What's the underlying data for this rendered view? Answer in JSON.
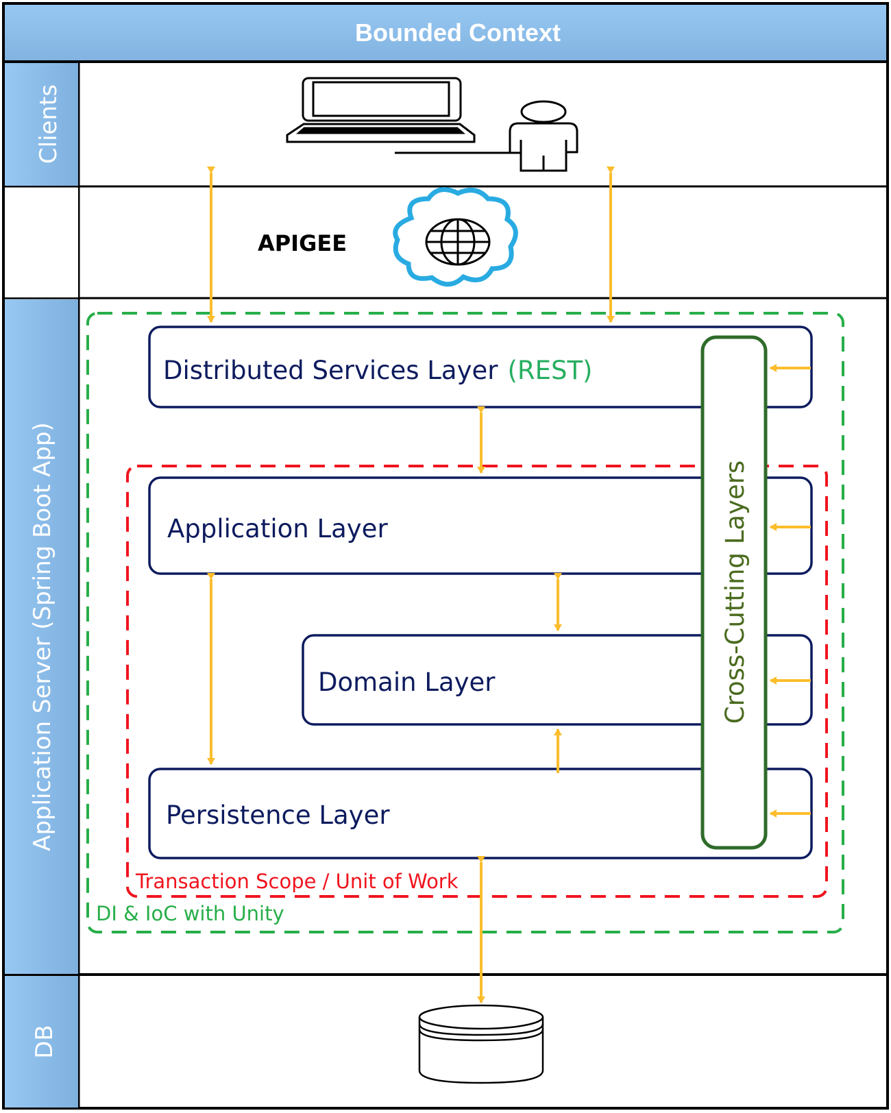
{
  "header": {
    "title": "Bounded Context"
  },
  "lanes": {
    "clients": "Clients",
    "gateway": "",
    "app_server": "Application Server (Spring Boot App)",
    "db": "DB"
  },
  "gateway": {
    "label": "APIGEE",
    "icon": "cloud-globe-icon"
  },
  "clients": {
    "icons": [
      "laptop-icon",
      "user-icon"
    ]
  },
  "layers": {
    "distributed": {
      "label": "Distributed Services Layer",
      "suffix": "(REST)"
    },
    "application": {
      "label": "Application Layer"
    },
    "domain": {
      "label": "Domain Layer"
    },
    "persistence": {
      "label": "Persistence Layer"
    },
    "cross_cutting": {
      "label": "Cross-Cutting Layers"
    }
  },
  "scopes": {
    "transaction": "Transaction Scope / Unit of Work",
    "di": "DI & IoC with Unity"
  },
  "database": {
    "icon": "database-icon"
  },
  "colors": {
    "header_bg": "#8dbde9",
    "lane_bg": "#86b4e0",
    "layer_border": "#0d1b5e",
    "arrow": "#fbbd2c",
    "cross_cutting": "#2f6b2a",
    "transaction_scope": "#f0141e",
    "di_scope": "#27ae49",
    "cloud": "#29abe2"
  }
}
